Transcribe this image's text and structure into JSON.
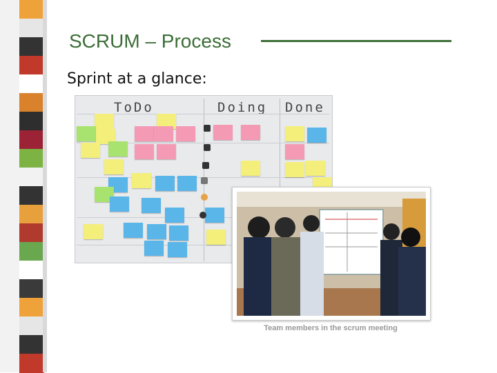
{
  "slide": {
    "title": "SCRUM – Process",
    "subtitle": "Sprint at a glance:",
    "caption": "Team members in the scrum meeting"
  },
  "board": {
    "columns": [
      "ToDo",
      "Doing",
      "Done"
    ]
  },
  "colors": {
    "title": "#3c6e37",
    "stripes": [
      "#f0a23a",
      "#e6e6e6",
      "#333333",
      "#c0392b",
      "#ffffff",
      "#d9822b",
      "#2e2e2e",
      "#9b2335",
      "#7cb342",
      "#f2f2f2",
      "#333333",
      "#e8a03c",
      "#b03a2e",
      "#6aa84f",
      "#ffffff",
      "#3a3a3a"
    ]
  }
}
